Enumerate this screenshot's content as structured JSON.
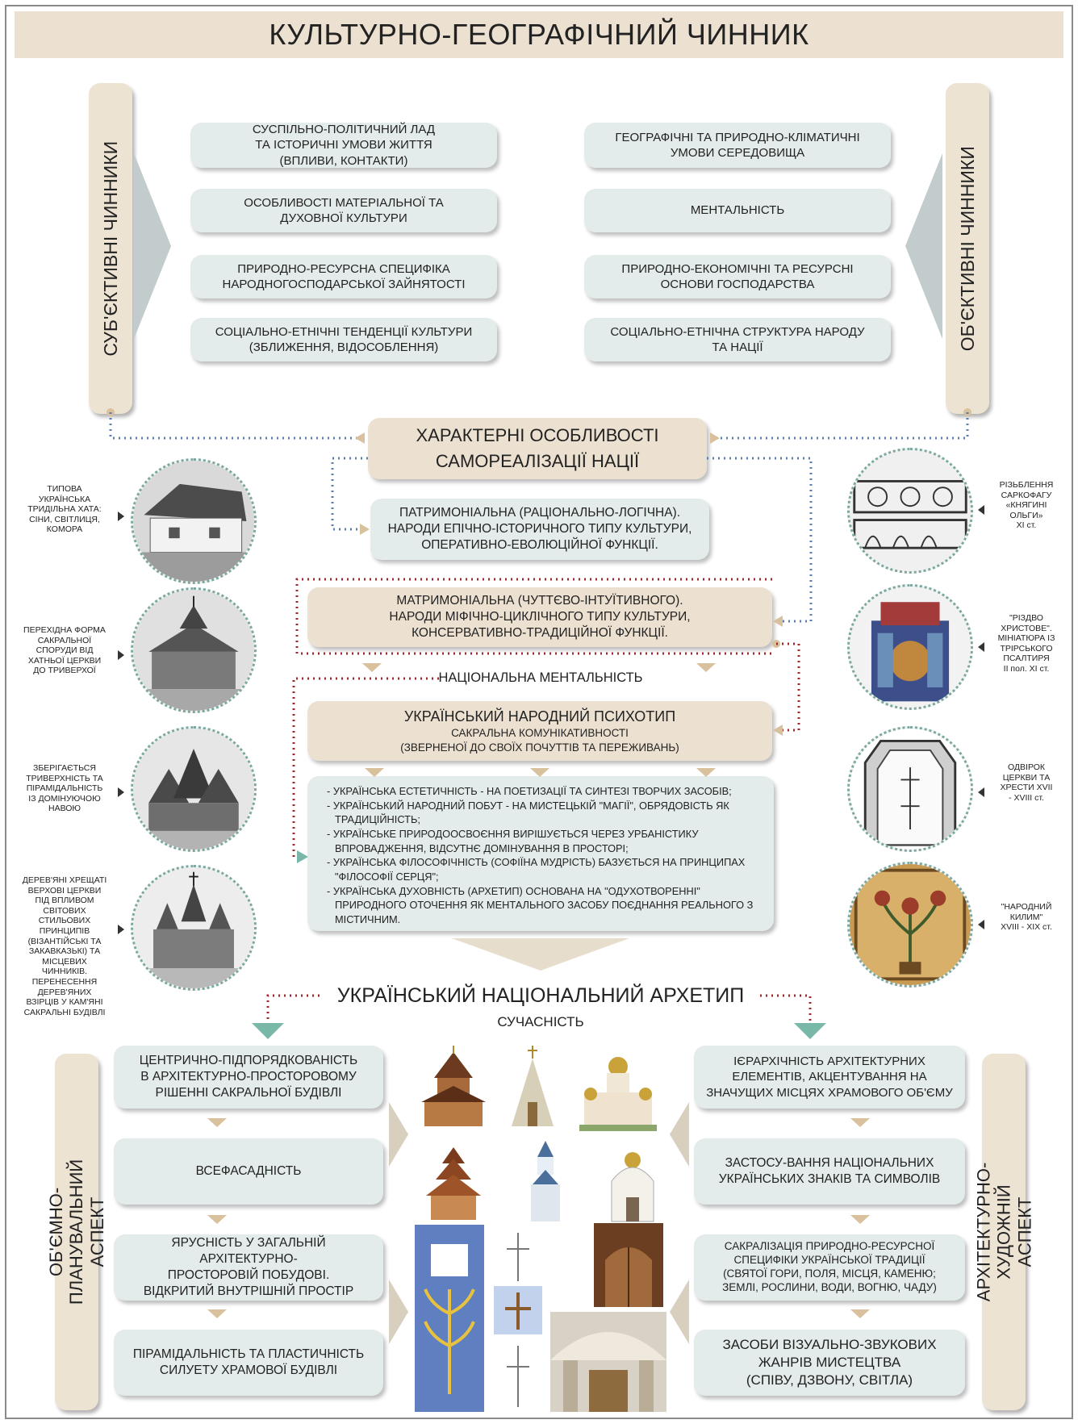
{
  "title": "КУЛЬТУРНО-ГЕОГРАФІЧНИЙ ЧИННИК",
  "subjective_label": "СУБ'ЄКТИВНІ ЧИННИКИ",
  "objective_label": "ОБ'ЄКТИВНІ ЧИННИКИ",
  "subjective_factors": [
    "СУСПІЛЬНО-ПОЛІТИЧНИЙ ЛАД\nТА ІСТОРИЧНІ УМОВИ ЖИТТЯ\n(ВПЛИВИ, КОНТАКТИ)",
    "ОСОБЛИВОСТІ МАТЕРІАЛЬНОЇ ТА\nДУХОВНОЇ КУЛЬТУРИ",
    "ПРИРОДНО-РЕСУРСНА СПЕЦИФІКА\nНАРОДНОГОСПОДАРСЬКОЇ ЗАЙНЯТОСТІ",
    "СОЦІАЛЬНО-ЕТНІЧНІ ТЕНДЕНЦІЇ КУЛЬТУРИ\n(ЗБЛИЖЕННЯ, ВІДОСОБЛЕННЯ)"
  ],
  "objective_factors": [
    "ГЕОГРАФІЧНІ ТА ПРИРОДНО-КЛІМАТИЧНІ\nУМОВИ СЕРЕДОВИЩА",
    "МЕНТАЛЬНІСТЬ",
    "ПРИРОДНО-ЕКОНОМІЧНІ ТА РЕСУРСНІ\nОСНОВИ ГОСПОДАРСТВА",
    "СОЦІАЛЬНО-ЕТНІЧНА СТРУКТУРА НАРОДУ\nТА НАЦІЇ"
  ],
  "center": {
    "features": "ХАРАКТЕРНІ ОСОБЛИВОСТІ\nСАМОРЕАЛІЗАЦІЇ НАЦІЇ",
    "patrimonial": "ПАТРИМОНІАЛЬНА (РАЦІОНАЛЬНО-ЛОГІЧНА).\nНАРОДИ ЕПІЧНО-ІСТОРИЧНОГО ТИПУ КУЛЬТУРИ,\nОПЕРАТИВНО-ЕВОЛЮЦІЙНОЇ ФУНКЦІЇ.",
    "matrimonial": "МАТРИМОНІАЛЬНА (ЧУТТЄВО-ІНТУЇТИВНОГО).\nНАРОДИ МІФІЧНО-ЦИКЛІЧНОГО ТИПУ КУЛЬТУРИ,\nКОНСЕРВАТИВНО-ТРАДИЦІЙНОЇ ФУНКЦІЇ.",
    "mentality": "НАЦІОНАЛЬНА МЕНТАЛЬНІСТЬ",
    "psychotype_title": "УКРАЇНСЬКИЙ НАРОДНИЙ ПСИХОТИП",
    "psychotype_sub": "САКРАЛЬНА КОМУНІКАТИВНОСТІ\n(ЗВЕРНЕНОЇ ДО СВОЇХ ПОЧУТТІВ ТА ПЕРЕЖИВАНЬ)",
    "list": [
      "- УКРАЇНСЬКА ЕСТЕТИЧНІСТЬ - НА ПОЕТИЗАЦІЇ ТА СИНТЕЗІ ТВОРЧИХ ЗАСОБІВ;",
      "- УКРАЇНСЬКИЙ НАРОДНИЙ ПОБУТ - НА МИСТЕЦЬКІЙ \"МАГІЇ\", ОБРЯДОВІСТЬ ЯК ТРАДИЦІЙНІСТЬ;",
      "- УКРАЇНСЬКЕ ПРИРОДООСВОЄННЯ ВИРІШУЄТЬСЯ ЧЕРЕЗ УРБАНІСТИКУ ВПРОВАДЖЕННЯ, ВІДСУТНЄ  ДОМІНУВАННЯ В ПРОСТОРІ;",
      "- УКРАЇНСЬКА ФІЛОСОФІЧНІСТЬ (СОФІЇНА МУДРІСТЬ) БАЗУЄТЬСЯ НА ПРИНЦИПАХ \"ФІЛОСОФІЇ СЕРЦЯ\";",
      "- УКРАЇНСЬКА ДУХОВНІСТЬ (АРХЕТИП) ОСНОВАНА НА \"ОДУХОТВОРЕННІ\" ПРИРОДНОГО ОТОЧЕННЯ ЯК МЕНТАЛЬНОГО ЗАСОБУ ПОЄДНАННЯ РЕАЛЬНОГО З МІСТИЧНИМ."
    ],
    "archetype": "УКРАЇНСЬКИЙ НАЦІОНАЛЬНИЙ АРХЕТИП",
    "modernity": "СУЧАСНІСТЬ"
  },
  "left_captions": [
    "ТИПОВА\nУКРАЇНСЬКА\nТРИДІЛЬНА ХАТА:\nСІНИ, СВІТЛИЦЯ,\nКОМОРА",
    "ПЕРЕХІДНА ФОРМА\nСАКРАЛЬНОЇ\nСПОРУДИ ВІД\nХАТНЬОЇ ЦЕРКВИ\nДО ТРИВЕРХОЇ",
    "ЗБЕРІГАЄТЬСЯ\nТРИВЕРХНІСТЬ ТА\nПІРАМІДАЛЬНІСТЬ\nІЗ ДОМІНУЮЧОЮ\nНАВОЮ",
    "ДЕРЕВ'ЯНІ ХРЕЩАТІ\nВЕРХОВІ ЦЕРКВИ\nПІД ВПЛИВОМ\nСВІТОВИХ\nСТИЛЬОВИХ\nПРИНЦИПІВ\n(ВІЗАНТІЙСЬКІ ТА\nЗАКАВКАЗЬКІ) ТА\nМІСЦЕВИХ\nЧИННИКІВ.\nПЕРЕНЕСЕННЯ\nДЕРЕВ'ЯНИХ\nВЗІРЦІВ У КАМ'ЯНІ\nСАКРАЛЬНІ БУДІВЛІ"
  ],
  "right_captions": [
    "РІЗЬБЛЕННЯ\nСАРКОФАГУ\n«КНЯГИНІ\nОЛЬГИ»\nXI ст.",
    "\"РІЗДВО\nХРИСТОВЕ\".\nМІНІАТЮРА ІЗ\nТРІРСЬКОГО\nПСАЛТИРЯ\nІІ пол. XI ст.",
    "ОДВІРОК\nЦЕРКВИ ТА\nХРЕСТИ XVII\n- XVIII ст.",
    "\"НАРОДНИЙ\nКИЛИМ\"\nXVIII - XIX ст."
  ],
  "left_aspect_label": "ОБ'ЄМНО-ПЛАНУВАЛЬНИЙ\nАСПЕКТ",
  "right_aspect_label": "АРХІТЕКТУРНО-ХУДОЖНІЙ\nАСПЕКТ",
  "left_aspects": [
    "ЦЕНТРИЧНО-ПІДПОРЯДКОВАНІСТЬ\nВ АРХІТЕКТУРНО-ПРОСТОРОВОМУ\nРІШЕННІ САКРАЛЬНОЇ БУДІВЛІ",
    "ВСЕФАСАДНІСТЬ",
    "ЯРУСНІСТЬ У ЗАГАЛЬНІЙ АРХІТЕКТУРНО-\nПРОСТОРОВІЙ ПОБУДОВІ.\nВІДКРИТИЙ ВНУТРІШНІЙ ПРОСТІР",
    "ПІРАМІДАЛЬНІСТЬ ТА ПЛАСТИЧНІСТЬ\nСИЛУЕТУ ХРАМОВОЇ БУДІВЛІ"
  ],
  "right_aspects": [
    "ІЄРАРХІЧНІСТЬ АРХІТЕКТУРНИХ\nЕЛЕМЕНТІВ, АКЦЕНТУВАННЯ НА\nЗНАЧУЩИХ МІСЦЯХ ХРАМОВОГО ОБ'ЄМУ",
    "ЗАСТОСУ-ВАННЯ НАЦІОНАЛЬНИХ\nУКРАЇНСЬКИХ ЗНАКІВ ТА СИМВОЛІВ",
    "САКРАЛІЗАЦІЯ ПРИРОДНО-РЕСУРСНОЇ\nСПЕЦИФІКИ УКРАЇНСЬКОЇ ТРАДИЦІЇ\n(СВЯТОЇ ГОРИ, ПОЛЯ, МІСЦЯ, КАМЕНЮ;\nЗЕМЛІ, РОСЛИНИ, ВОДИ, ВОГНЮ, ЧАДУ)",
    "ЗАСОБИ ВІЗУАЛЬНО-ЗВУКОВИХ\nЖАНРІВ МИСТЕЦТВА\n(СПІВУ, ДЗВОНУ, СВІТЛА)"
  ],
  "colors": {
    "tan": "#ece1d1",
    "mint": "#e3ecea",
    "blue_dots": "#5b7fb0",
    "red_dots": "#a3282b",
    "teal_arrow": "#79b8a8",
    "gold": "#d9c19d"
  }
}
